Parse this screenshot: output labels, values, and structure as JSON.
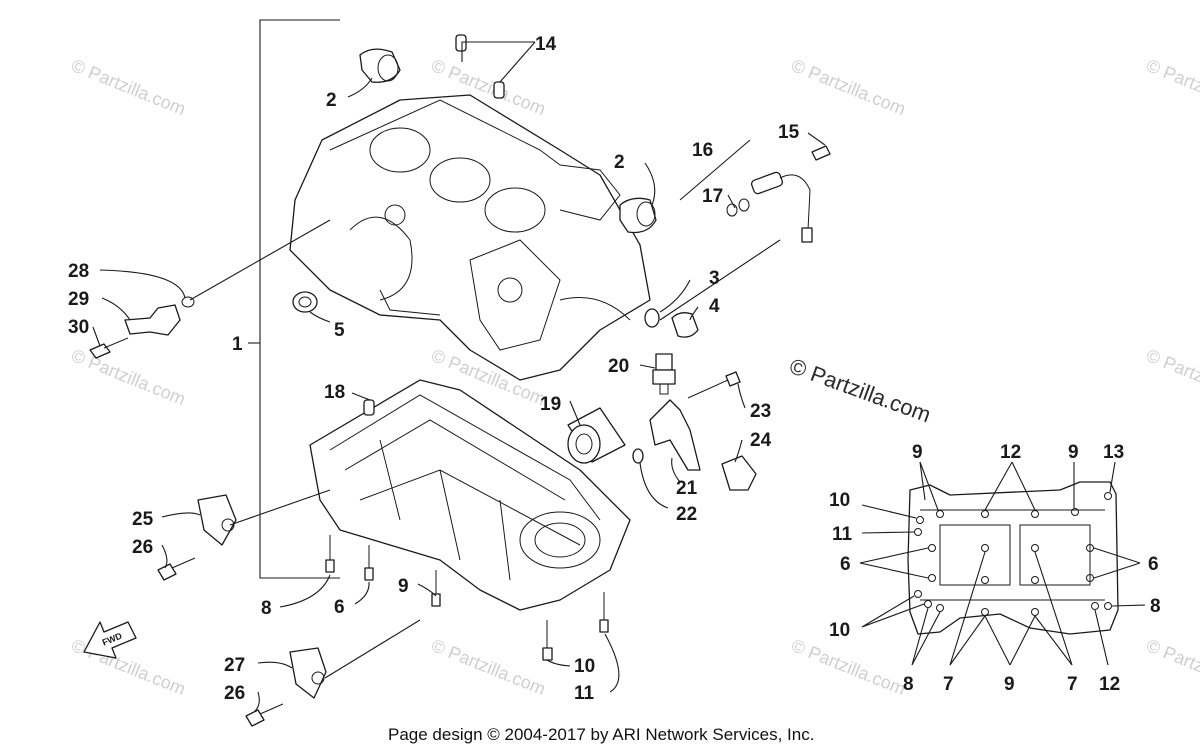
{
  "watermark": "© Partzilla.com",
  "copyright": "© Partzilla.com",
  "footer": "Page design © 2004-2017 by ARI Network Services, Inc.",
  "fwd_label": "FWD",
  "callouts": {
    "c1": "1",
    "c2a": "2",
    "c2b": "2",
    "c3": "3",
    "c4": "4",
    "c5": "5",
    "c14": "14",
    "c15": "15",
    "c16": "16",
    "c17": "17",
    "c18": "18",
    "c19": "19",
    "c20": "20",
    "c21": "21",
    "c22": "22",
    "c23": "23",
    "c24": "24",
    "c25": "25",
    "c26a": "26",
    "c26b": "26",
    "c27": "27",
    "c28": "28",
    "c29": "29",
    "c30": "30",
    "c8": "8",
    "c6": "6",
    "c9": "9",
    "c10": "10",
    "c11": "11"
  },
  "inset_callouts": {
    "i9a": "9",
    "i12a": "12",
    "i9b": "9",
    "i13": "13",
    "i10a": "10",
    "i11": "11",
    "i6a": "6",
    "i6b": "6",
    "i10b": "10",
    "i8a": "8",
    "i8b": "8",
    "i7a": "7",
    "i9c": "9",
    "i7b": "7",
    "i12b": "12"
  }
}
